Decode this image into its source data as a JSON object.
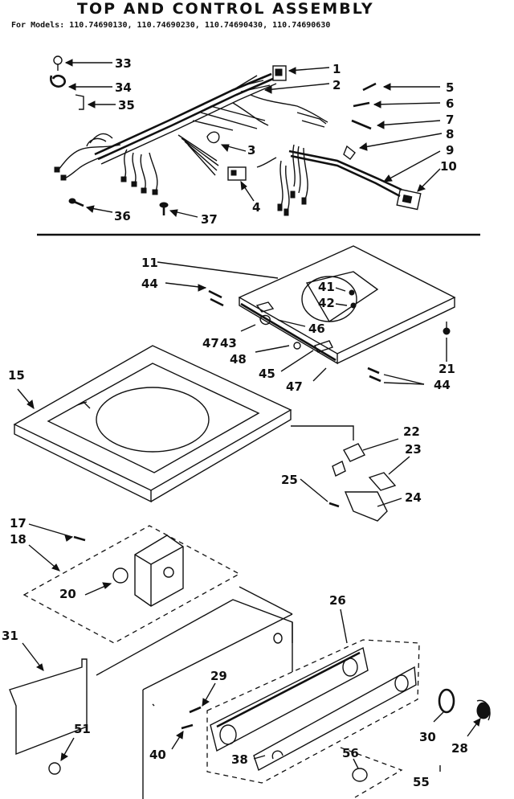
{
  "title": "TOP AND CONTROL ASSEMBLY",
  "models_line": "For Models: 110.74690130, 110.74690230, 110.74690430, 110.74690630",
  "callouts": {
    "c1": "1",
    "c2": "2",
    "c3": "3",
    "c4": "4",
    "c5": "5",
    "c6": "6",
    "c7": "7",
    "c8": "8",
    "c9": "9",
    "c10": "10",
    "c11": "11",
    "c15": "15",
    "c17": "17",
    "c18": "18",
    "c20": "20",
    "c21": "21",
    "c22": "22",
    "c23": "23",
    "c24": "24",
    "c25": "25",
    "c26": "26",
    "c28": "28",
    "c29": "29",
    "c30": "30",
    "c31": "31",
    "c33": "33",
    "c34": "34",
    "c35": "35",
    "c36": "36",
    "c37": "37",
    "c38": "38",
    "c40": "40",
    "c41": "41",
    "c42": "42",
    "c43": "43",
    "c44a": "44",
    "c44b": "44",
    "c45": "45",
    "c46": "46",
    "c47a": "47",
    "c47b": "47",
    "c48": "48",
    "c51": "51",
    "c55": "55",
    "c56": "56"
  }
}
